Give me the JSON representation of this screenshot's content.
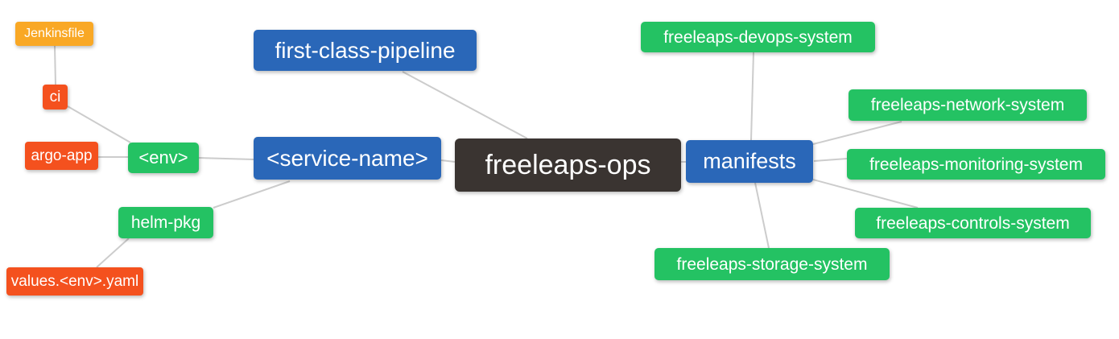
{
  "diagram": {
    "type": "mindmap",
    "root_label": "freeleaps-ops",
    "palette": {
      "blue": "#2a67b8",
      "dark": "#3a3431",
      "green": "#24c263",
      "red": "#f4511e",
      "orange": "#f9a825",
      "edge": "#cccccc",
      "background": "#ffffff",
      "text": "#ffffff"
    },
    "nodes": [
      {
        "id": "jenkinsfile",
        "label": "Jenkinsfile",
        "color": "#f9a825"
      },
      {
        "id": "ci",
        "label": "ci",
        "color": "#f4511e"
      },
      {
        "id": "argo-app",
        "label": "argo-app",
        "color": "#f4511e"
      },
      {
        "id": "env",
        "label": "<env>",
        "color": "#24c263"
      },
      {
        "id": "helm-pkg",
        "label": "helm-pkg",
        "color": "#24c263"
      },
      {
        "id": "values-env-yaml",
        "label": "values.<env>.yaml",
        "color": "#f4511e"
      },
      {
        "id": "first-class-pipeline",
        "label": "first-class-pipeline",
        "color": "#2a67b8"
      },
      {
        "id": "service-name",
        "label": "<service-name>",
        "color": "#2a67b8"
      },
      {
        "id": "freeleaps-ops",
        "label": "freeleaps-ops",
        "color": "#3a3431"
      },
      {
        "id": "manifests",
        "label": "manifests",
        "color": "#2a67b8"
      },
      {
        "id": "freeleaps-devops-system",
        "label": "freeleaps-devops-system",
        "color": "#24c263"
      },
      {
        "id": "freeleaps-network-system",
        "label": "freeleaps-network-system",
        "color": "#24c263"
      },
      {
        "id": "freeleaps-monitoring-system",
        "label": "freeleaps-monitoring-system",
        "color": "#24c263"
      },
      {
        "id": "freeleaps-controls-system",
        "label": "freeleaps-controls-system",
        "color": "#24c263"
      },
      {
        "id": "freeleaps-storage-system",
        "label": "freeleaps-storage-system",
        "color": "#24c263"
      }
    ],
    "edges": [
      {
        "from": "jenkinsfile",
        "to": "ci"
      },
      {
        "from": "ci",
        "to": "env"
      },
      {
        "from": "argo-app",
        "to": "env"
      },
      {
        "from": "env",
        "to": "service-name"
      },
      {
        "from": "helm-pkg",
        "to": "service-name"
      },
      {
        "from": "values-env-yaml",
        "to": "helm-pkg"
      },
      {
        "from": "first-class-pipeline",
        "to": "freeleaps-ops"
      },
      {
        "from": "service-name",
        "to": "freeleaps-ops"
      },
      {
        "from": "freeleaps-ops",
        "to": "manifests"
      },
      {
        "from": "manifests",
        "to": "freeleaps-devops-system"
      },
      {
        "from": "manifests",
        "to": "freeleaps-network-system"
      },
      {
        "from": "manifests",
        "to": "freeleaps-monitoring-system"
      },
      {
        "from": "manifests",
        "to": "freeleaps-controls-system"
      },
      {
        "from": "manifests",
        "to": "freeleaps-storage-system"
      }
    ]
  }
}
